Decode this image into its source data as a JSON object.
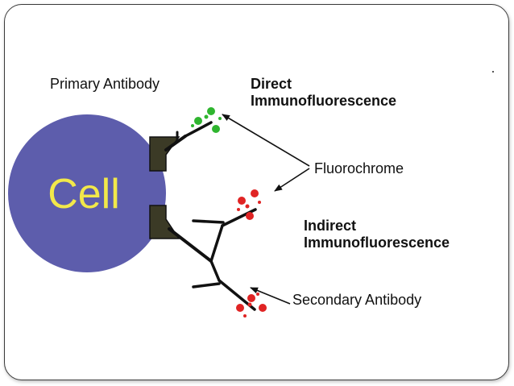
{
  "diagram": {
    "cell_label": "Cell",
    "primary_antibody_label": "Primary Antibody",
    "direct_title_line1": "Direct",
    "direct_title_line2": "Immunofluorescence",
    "fluorochrome_label": "Fluorochrome",
    "indirect_title_line1": "Indirect",
    "indirect_title_line2": "Immunofluorescence",
    "secondary_antibody_label": "Secondary Antibody"
  },
  "colors": {
    "cell_fill": "#5d5dac",
    "cell_text": "#f2e84a",
    "antigen_fill": "#3b3a26",
    "direct_fluorochrome": "#2fb52f",
    "indirect_fluorochrome": "#e02424",
    "line": "#111111"
  }
}
